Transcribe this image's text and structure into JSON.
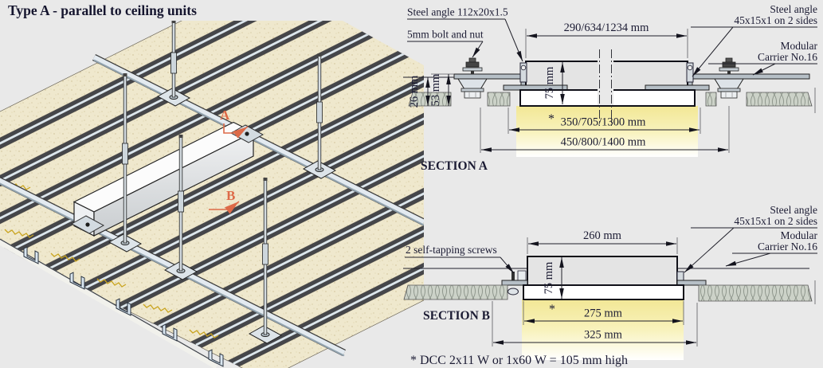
{
  "title": "Type A - parallel to ceiling units",
  "footnote": "* DCC 2x11 W or 1x60 W = 105 mm high",
  "asterisk": "*",
  "isometric": {
    "section_marker_a": "A",
    "section_marker_b": "B"
  },
  "section_a": {
    "caption": "SECTION A",
    "labels": {
      "steel_angle_left": "Steel angle 112x20x1.5",
      "bolt_nut": "5mm bolt and nut",
      "steel_angle_right_1": "Steel angle",
      "steel_angle_right_2": "45x15x1 on 2 sides",
      "carrier_1": "Modular",
      "carrier_2": "Carrier No.16"
    },
    "dims": {
      "top_width": "290/634/1234 mm",
      "box_height": "75 mm",
      "panel_thickness": "26 mm",
      "recess_depth": "53 mm",
      "opening_width": "350/705/1300 mm",
      "overall_width": "450/800/1400 mm"
    }
  },
  "section_b": {
    "caption": "SECTION B",
    "labels": {
      "screws": "2 self-tapping screws",
      "steel_angle_right_1": "Steel angle",
      "steel_angle_right_2": "45x15x1 on 2 sides",
      "carrier_1": "Modular",
      "carrier_2": "Carrier No.16"
    },
    "dims": {
      "top_width": "260 mm",
      "box_height": "75 mm",
      "inner_width": "275 mm",
      "outer_width": "325 mm"
    }
  },
  "colors": {
    "background": "#e9e9e9",
    "line": "#1a1a1a",
    "text_navy": "#1b1b33",
    "accent_orange": "#dd6a48",
    "glow_yellow": "#f2e795",
    "panel_beige": "#efe8cd",
    "metal_blue": "#dce6ee",
    "insulation_grey": "#ccd2c8"
  }
}
